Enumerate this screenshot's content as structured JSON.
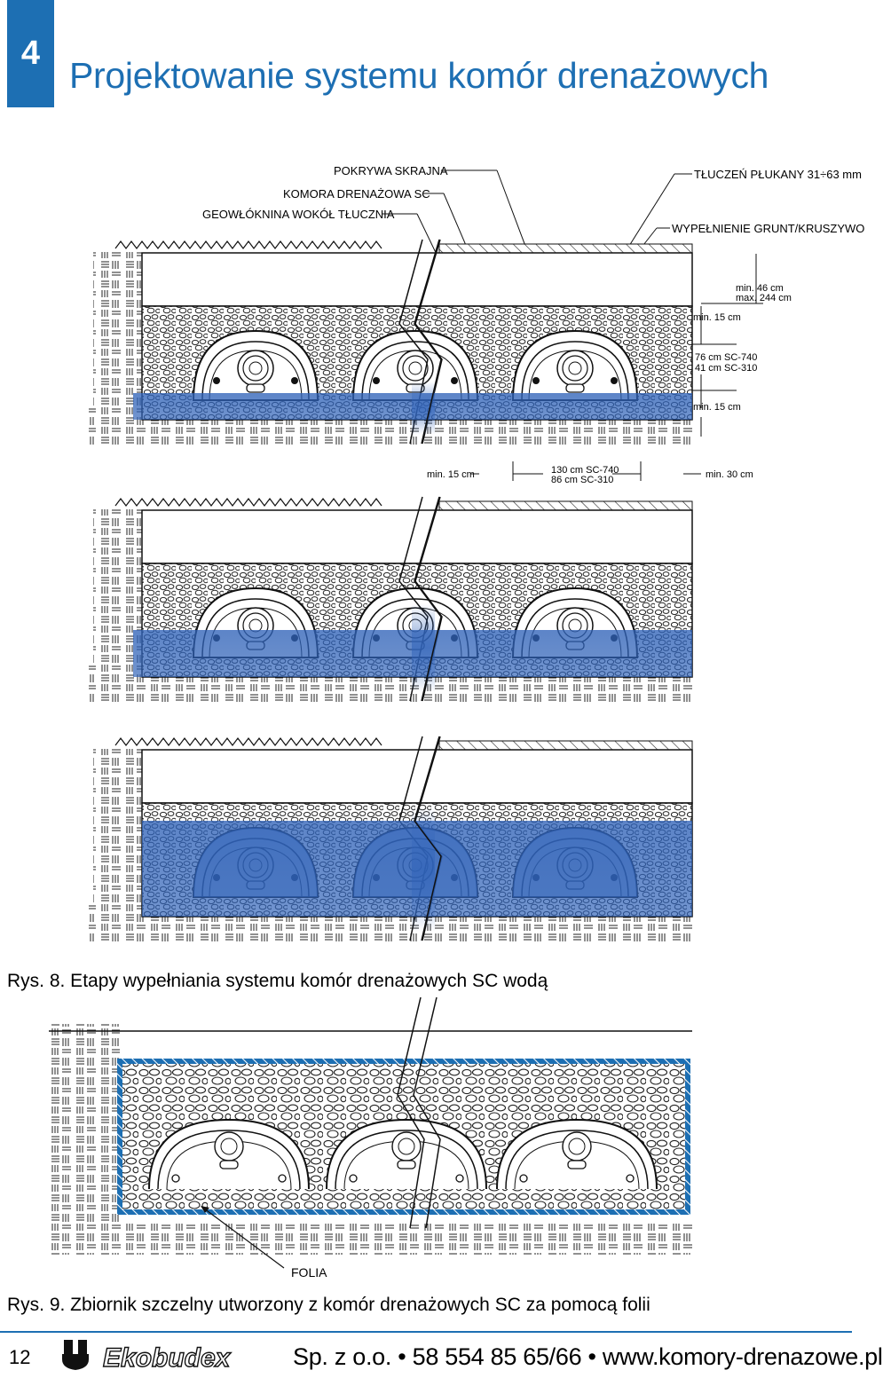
{
  "header": {
    "section_number": "4",
    "title": "Projektowanie systemu komór drenażowych"
  },
  "figure8": {
    "labels": {
      "cover": "POKRYWA SKRAJNA",
      "chamber": "KOMORA DRENAŻOWA SC",
      "geotextile": "GEOWŁÓKNINA WOKÓŁ TŁUCZNIA",
      "stone": "TŁUCZEŃ PŁUKANY 31÷63 mm",
      "fill": "WYPEŁNIENIE GRUNT/KRUSZYWO"
    },
    "dimensions": {
      "cover_min": "min. 46 cm",
      "cover_max": "max. 244 cm",
      "stone_top": "min. 15 cm",
      "height_740": "76 cm SC-740",
      "height_310": "41 cm SC-310",
      "stone_bottom": "min. 15 cm",
      "side_min": "min. 15 cm",
      "width_740": "130 cm SC-740",
      "width_310": "86 cm SC-310",
      "spacing_min": "min. 30 cm"
    },
    "caption": "Rys. 8. Etapy wypełniania systemu komór drenażowych SC wodą"
  },
  "figure9": {
    "labels": {
      "foil": "FOLIA"
    },
    "caption": "Rys. 9. Zbiornik szczelny utworzony z komór drenażowych SC za pomocą folii"
  },
  "footer": {
    "page_number": "12",
    "brand": "Ekobudex",
    "contact": "Sp. z o.o. • 58 554 85 65/66 • www.komory-drenazowe.pl"
  },
  "colors": {
    "accent": "#1d6fb3",
    "water": "#2f62b8"
  }
}
